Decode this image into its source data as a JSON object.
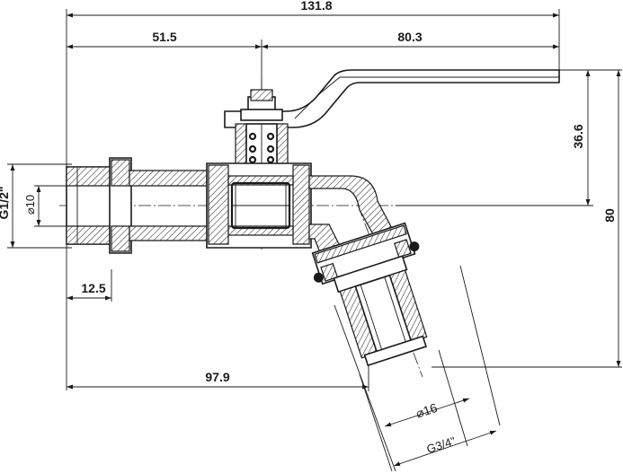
{
  "dimensions": {
    "overall_length": "131.8",
    "inlet_to_stem": "51.5",
    "stem_to_handle_end": "80.3",
    "handle_height": "36.6",
    "overall_height": "80",
    "inlet_thread_length": "12.5",
    "inlet_to_outlet": "97.9",
    "inlet_thread": "G1/2\"",
    "bore_diameter": "⌀10",
    "outlet_diameter": "⌀16",
    "outlet_thread": "G3/4\""
  },
  "colors": {
    "line": "#1a1a1a",
    "background": "#ffffff"
  }
}
